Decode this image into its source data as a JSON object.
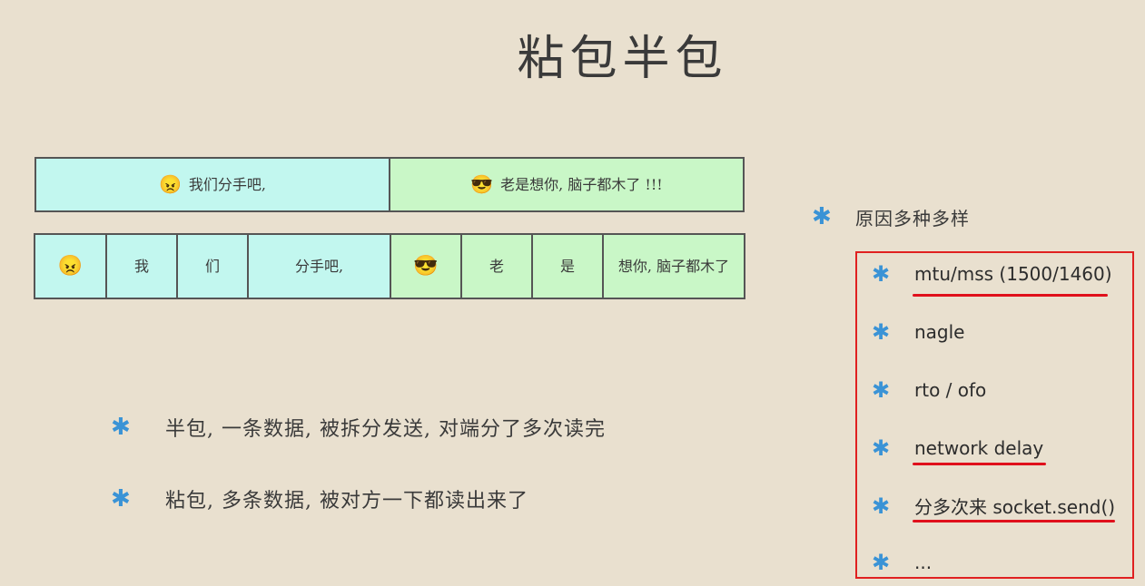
{
  "title": "粘包半包",
  "row1": [
    {
      "emoji": "😠",
      "text": "我们分手吧,"
    },
    {
      "emoji": "😎",
      "text": "老是想你, 脑子都木了 !!!"
    }
  ],
  "row2": [
    {
      "emoji": "😠",
      "text": ""
    },
    {
      "emoji": "",
      "text": "我"
    },
    {
      "emoji": "",
      "text": "们"
    },
    {
      "emoji": "",
      "text": "分手吧,"
    },
    {
      "emoji": "😎",
      "text": ""
    },
    {
      "emoji": "",
      "text": "老"
    },
    {
      "emoji": "",
      "text": "是"
    },
    {
      "emoji": "",
      "text": "想你, 脑子都木了"
    }
  ],
  "bullets": [
    {
      "star": "✱",
      "text": "半包, 一条数据, 被拆分发送, 对端分了多次读完"
    },
    {
      "star": "✱",
      "text": "粘包, 多条数据, 被对方一下都读出来了"
    }
  ],
  "right": {
    "title": {
      "star": "✱",
      "text": "原因多种多样"
    },
    "items": [
      {
        "star": "✱",
        "text": "mtu/mss (1500/1460)"
      },
      {
        "star": "✱",
        "text": "nagle"
      },
      {
        "star": "✱",
        "text": "rto / ofo"
      },
      {
        "star": "✱",
        "text": "network delay"
      },
      {
        "star": "✱",
        "text": "分多次来 socket.send()"
      },
      {
        "star": "✱",
        "text": "..."
      }
    ]
  },
  "colors": {
    "background": "#e9e0cf",
    "cyan_cell": "#c2f7ef",
    "green_cell": "#c9f7c7",
    "accent_star": "#3a93d6",
    "highlight_red": "#e02020"
  }
}
